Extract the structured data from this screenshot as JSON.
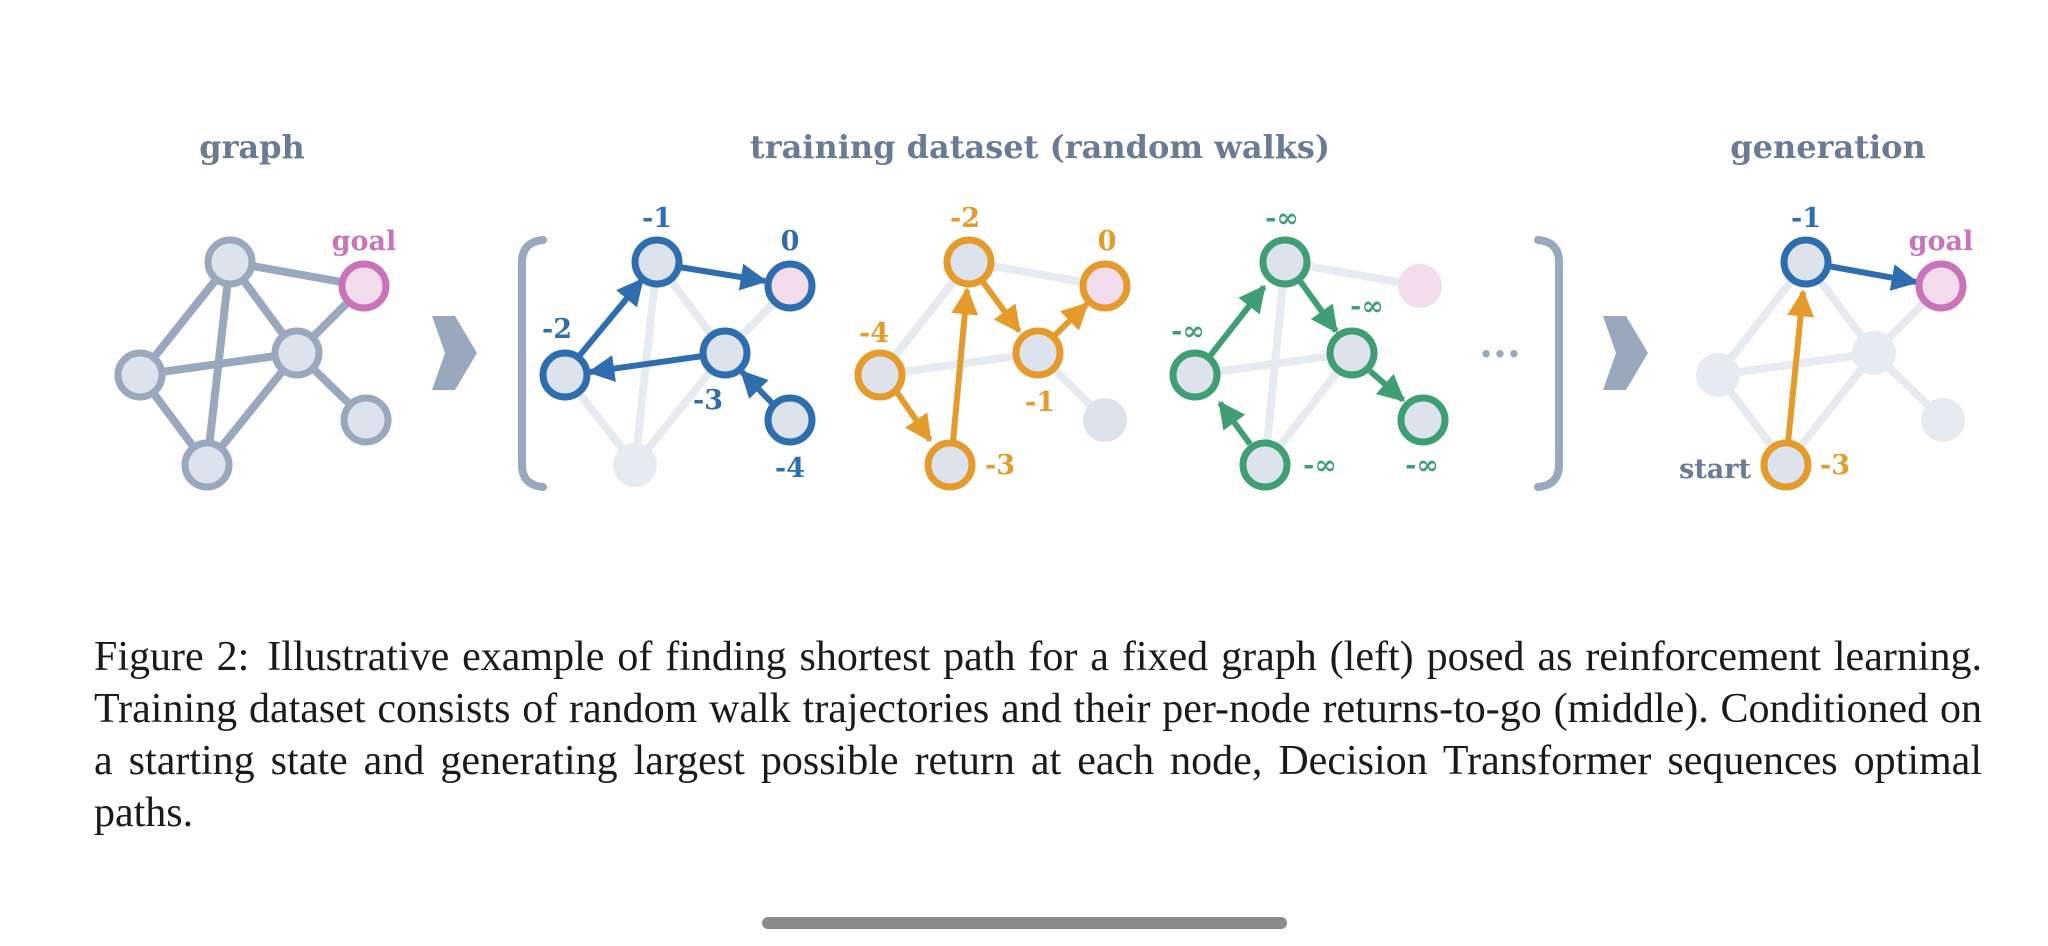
{
  "panels": {
    "graph": {
      "title": "graph",
      "goal_label": "goal"
    },
    "training": {
      "title": "training dataset (random walks)",
      "walk1_labels": [
        "-1",
        "0",
        "-2",
        "-3",
        "-4"
      ],
      "walk2_labels": [
        "-2",
        "0",
        "-4",
        "-1",
        "-3"
      ],
      "walk3_labels": [
        "-∞",
        "-∞",
        "-∞",
        "-∞",
        "-∞"
      ],
      "ellipsis": "···"
    },
    "generation": {
      "title": "generation",
      "labels": [
        "-1",
        "goal",
        "start",
        "-3"
      ]
    }
  },
  "caption": {
    "label": "Figure 2:",
    "text": "Illustrative example of finding shortest path for a fixed graph (left) posed as reinforcement learning. Training dataset consists of random walk trajectories and their per-node returns-to-go (middle). Conditioned on a starting state and generating largest possible return at each node, Decision Transformer sequences optimal paths."
  },
  "colors": {
    "graph_gray": "#99a8bd",
    "node_fill": "#dde3ec",
    "faded_edge": "#e6eaf1",
    "goal_pink": "#c974b9",
    "goal_fill": "#f3dcec",
    "blue": "#2e6dae",
    "orange": "#e49b2c",
    "green": "#3f9e74",
    "title_gray": "#6b7b93"
  },
  "icons": {
    "arrow": "right-arrow-icon",
    "bracket": "bracket-icon"
  }
}
